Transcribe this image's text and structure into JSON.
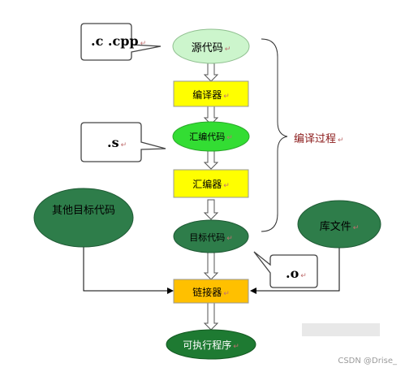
{
  "nodes": {
    "source_code": "源代码",
    "compiler": "编译器",
    "assembly_code": "汇编代码",
    "assembler": "汇编器",
    "object_code": "目标代码",
    "other_object_code": "其他目标代码",
    "library_file": "库文件",
    "linker": "链接器",
    "executable": "可执行程序"
  },
  "callouts": {
    "source_ext": ".c .cpp",
    "asm_ext": ".s",
    "obj_ext": ".o"
  },
  "bracket_label": "编译过程",
  "paragraph_mark": "↵",
  "watermark": "CSDN @Drise_",
  "colors": {
    "pale_green": "#ccf5cc",
    "bright_green": "#33dd33",
    "dark_green": "#2e7d4a",
    "yellow": "#ffff00",
    "orange": "#ffc000",
    "bracket_text": "#8b1a1a"
  }
}
